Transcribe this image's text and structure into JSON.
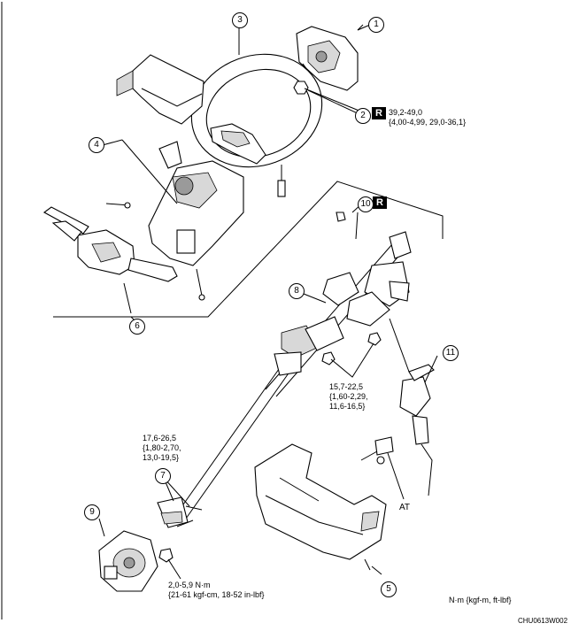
{
  "callouts": {
    "c1": "1",
    "c2": "2",
    "c3": "3",
    "c4": "4",
    "c5": "5",
    "c6": "6",
    "c7": "7",
    "c8": "8",
    "c9": "9",
    "c10": "10",
    "c11": "11"
  },
  "badges": {
    "r1": "R",
    "r2": "R"
  },
  "specs": {
    "item2": {
      "line1": "39,2-49,0",
      "line2": "{4,00-4,99, 29,0-36,1}"
    },
    "item8": {
      "line1": "15,7-22,5",
      "line2": "{1,60-2,29,",
      "line3": "11,6-16,5}"
    },
    "item7": {
      "line1": "17,6-26,5",
      "line2": "{1,80-2,70,",
      "line3": "13,0-19,5}"
    },
    "item9": {
      "line1": "2,0-5,9 N·m",
      "line2": "{21-61 kgf-cm, 18-52 in-lbf}"
    }
  },
  "at_label": "AT",
  "units_legend": "N·m {kgf-m, ft-lbf}",
  "figure_code": "CHU0613W002"
}
